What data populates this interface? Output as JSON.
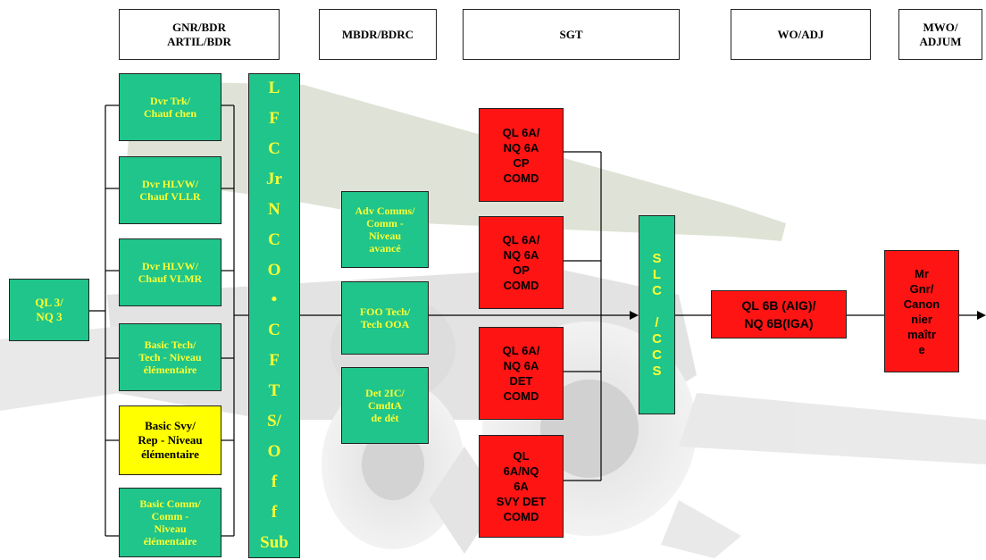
{
  "headers": [
    {
      "lines": [
        "GNR/BDR",
        "ARTIL/BDR"
      ]
    },
    {
      "lines": [
        "MBDR/BDRC"
      ]
    },
    {
      "lines": [
        "SGT"
      ]
    },
    {
      "lines": [
        "WO/ADJ"
      ]
    },
    {
      "lines": [
        "MWO/",
        "ADJUM"
      ]
    }
  ],
  "entry": {
    "lines": [
      "QL 3/",
      "NQ 3"
    ]
  },
  "trades": [
    {
      "lines": [
        "Dvr Trk/",
        "Chauf chen"
      ]
    },
    {
      "lines": [
        "Dvr HLVW/",
        "Chauf VLLR"
      ]
    },
    {
      "lines": [
        "Dvr HLVW/",
        "Chauf VLMR"
      ]
    },
    {
      "lines": [
        "Basic Tech/",
        "Tech - Niveau",
        "élémentaire"
      ]
    },
    {
      "lines": [
        "Basic Svy/",
        "Rep - Niveau",
        "élémentaire"
      ]
    },
    {
      "lines": [
        "Basic Comm/",
        "Comm -",
        "Niveau",
        "élémentaire"
      ]
    }
  ],
  "lfc_bar": [
    "L",
    "F",
    "C",
    "Jr",
    "N",
    "C",
    "O",
    "•",
    "C",
    "F",
    "T",
    "S/",
    "O",
    "f",
    "f",
    "Sub"
  ],
  "mbdr_boxes": [
    {
      "lines": [
        "Adv Comms/",
        "Comm -",
        "Niveau",
        "avancé"
      ]
    },
    {
      "lines": [
        "FOO Tech/",
        "Tech OOA"
      ]
    },
    {
      "lines": [
        "Det 2IC/",
        "CmdtA",
        "de dét"
      ]
    }
  ],
  "sgt_boxes": [
    {
      "lines": [
        "QL 6A/",
        "NQ 6A",
        "CP",
        "COMD"
      ]
    },
    {
      "lines": [
        "QL 6A/",
        "NQ 6A",
        "OP",
        "COMD"
      ]
    },
    {
      "lines": [
        "QL 6A/",
        "NQ 6A",
        "DET",
        "COMD"
      ]
    },
    {
      "lines": [
        "QL",
        "6A/NQ",
        "6A",
        "SVY DET",
        "COMD"
      ]
    }
  ],
  "slc_bar": [
    "S",
    "L",
    "C",
    "",
    "/",
    "C",
    "C",
    "S"
  ],
  "wo_box": {
    "lines": [
      "QL 6B (AIG)/",
      "NQ 6B(IGA)"
    ]
  },
  "mwo_box": {
    "lines": [
      "Mr",
      "Gnr/",
      "Canon",
      "nier",
      "maîtr",
      "e"
    ]
  },
  "colors": {
    "green": "#1fc58a",
    "green_text": "#ffff33",
    "yellow": "#ffff00",
    "red": "#ff1414"
  }
}
